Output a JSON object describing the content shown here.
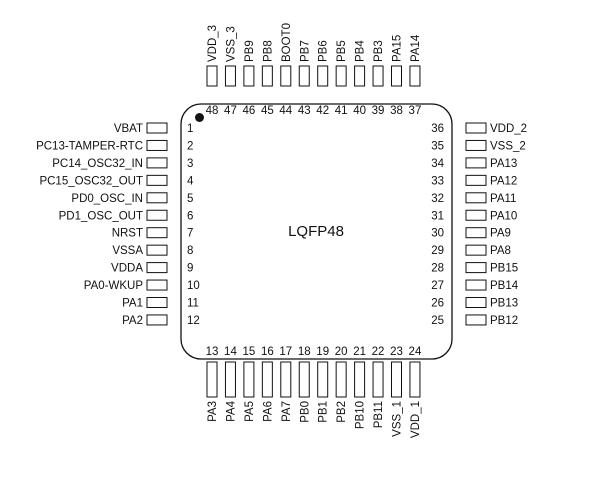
{
  "package": {
    "label": "LQFP48",
    "pin1_marker": "filled-dot"
  },
  "pins": {
    "left": [
      {
        "num": "1",
        "name": "VBAT"
      },
      {
        "num": "2",
        "name": "PC13-TAMPER-RTC"
      },
      {
        "num": "3",
        "name": "PC14_OSC32_IN"
      },
      {
        "num": "4",
        "name": "PC15_OSC32_OUT"
      },
      {
        "num": "5",
        "name": "PD0_OSC_IN"
      },
      {
        "num": "6",
        "name": "PD1_OSC_OUT"
      },
      {
        "num": "7",
        "name": "NRST"
      },
      {
        "num": "8",
        "name": "VSSA"
      },
      {
        "num": "9",
        "name": "VDDA"
      },
      {
        "num": "10",
        "name": "PA0-WKUP"
      },
      {
        "num": "11",
        "name": "PA1"
      },
      {
        "num": "12",
        "name": "PA2"
      }
    ],
    "bottom": [
      {
        "num": "13",
        "name": "PA3"
      },
      {
        "num": "14",
        "name": "PA4"
      },
      {
        "num": "15",
        "name": "PA5"
      },
      {
        "num": "16",
        "name": "PA6"
      },
      {
        "num": "17",
        "name": "PA7"
      },
      {
        "num": "18",
        "name": "PB0"
      },
      {
        "num": "19",
        "name": "PB1"
      },
      {
        "num": "20",
        "name": "PB2"
      },
      {
        "num": "21",
        "name": "PB10"
      },
      {
        "num": "22",
        "name": "PB11"
      },
      {
        "num": "23",
        "name": "VSS_1"
      },
      {
        "num": "24",
        "name": "VDD_1"
      }
    ],
    "right": [
      {
        "num": "25",
        "name": "PB12"
      },
      {
        "num": "26",
        "name": "PB13"
      },
      {
        "num": "27",
        "name": "PB14"
      },
      {
        "num": "28",
        "name": "PB15"
      },
      {
        "num": "29",
        "name": "PA8"
      },
      {
        "num": "30",
        "name": "PA9"
      },
      {
        "num": "31",
        "name": "PA10"
      },
      {
        "num": "32",
        "name": "PA11"
      },
      {
        "num": "33",
        "name": "PA12"
      },
      {
        "num": "34",
        "name": "PA13"
      },
      {
        "num": "35",
        "name": "VSS_2"
      },
      {
        "num": "36",
        "name": "VDD_2"
      }
    ],
    "top": [
      {
        "num": "37",
        "name": "PA14"
      },
      {
        "num": "38",
        "name": "PA15"
      },
      {
        "num": "39",
        "name": "PB3"
      },
      {
        "num": "40",
        "name": "PB4"
      },
      {
        "num": "41",
        "name": "PB5"
      },
      {
        "num": "42",
        "name": "PB6"
      },
      {
        "num": "43",
        "name": "PB7"
      },
      {
        "num": "44",
        "name": "BOOT0"
      },
      {
        "num": "45",
        "name": "PB8"
      },
      {
        "num": "46",
        "name": "PB9"
      },
      {
        "num": "47",
        "name": "VSS_3"
      },
      {
        "num": "48",
        "name": "VDD_3"
      }
    ]
  },
  "colors": {
    "line": "#111111",
    "background": "#ffffff"
  }
}
